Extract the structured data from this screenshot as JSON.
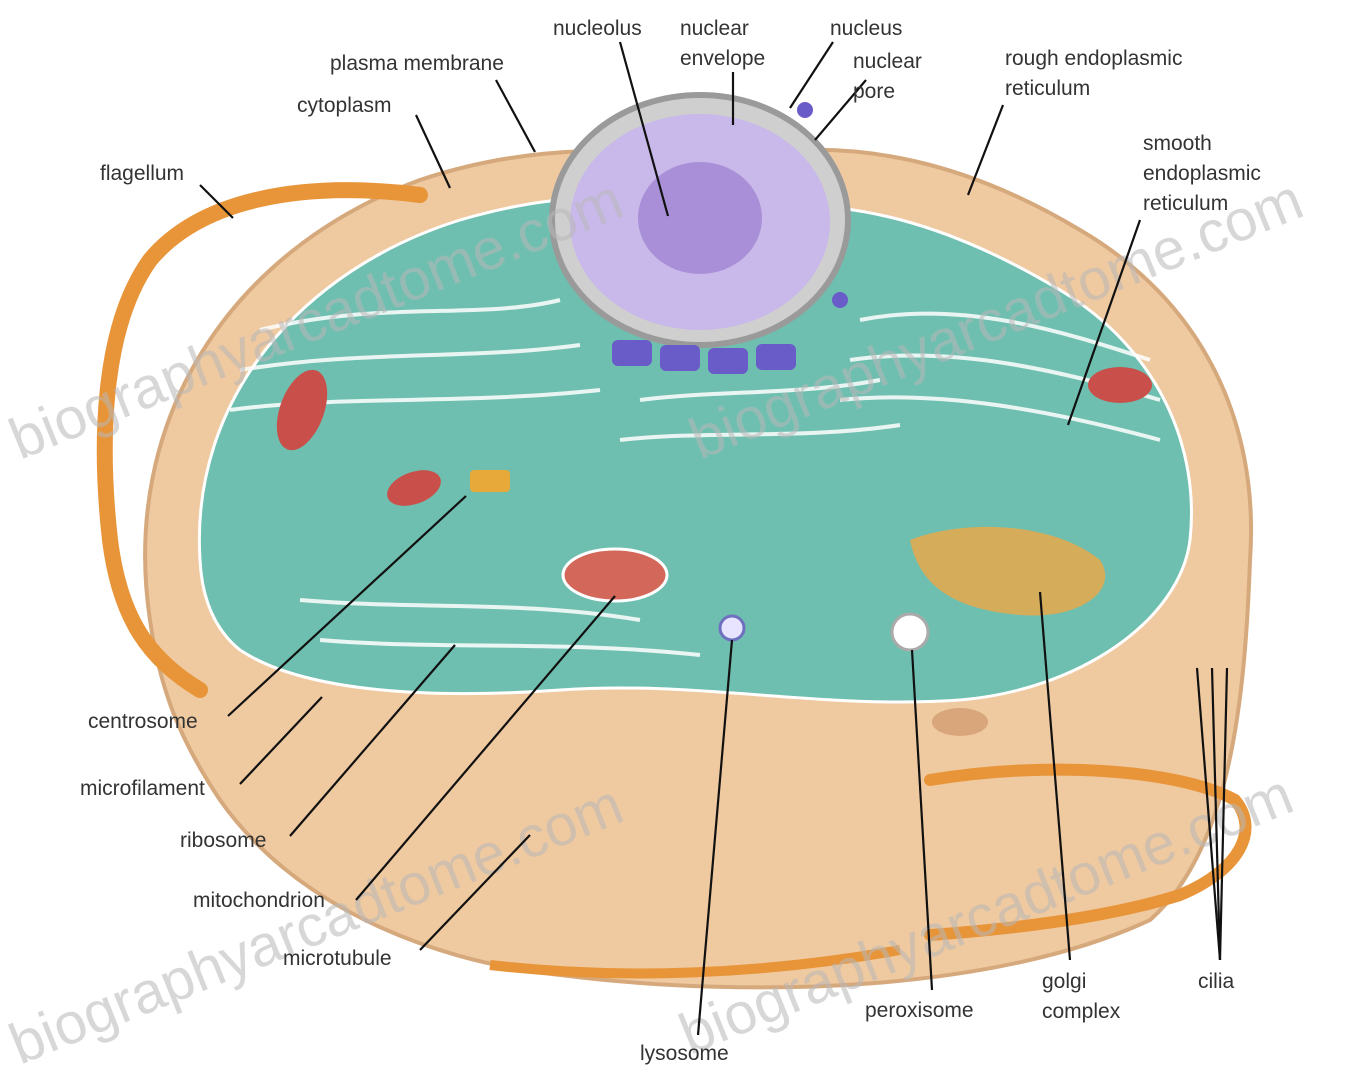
{
  "labels": {
    "nucleolus": "nucleolus",
    "nuclear_envelope_1": "nuclear",
    "nuclear_envelope_2": "envelope",
    "nucleus": "nucleus",
    "nuclear_pore_1": "nuclear",
    "nuclear_pore_2": "pore",
    "plasma_membrane": "plasma membrane",
    "cytoplasm": "cytoplasm",
    "rough_er_1": "rough endoplasmic",
    "rough_er_2": "reticulum",
    "smooth_er_1": "smooth",
    "smooth_er_2": "endoplasmic",
    "smooth_er_3": "reticulum",
    "flagellum": "flagellum",
    "centrosome": "centrosome",
    "microfilament": "microfilament",
    "ribosome": "ribosome",
    "mitochondrion": "mitochondrion",
    "microtubule": "microtubule",
    "lysosome": "lysosome",
    "peroxisome": "peroxisome",
    "golgi_1": "golgi",
    "golgi_2": "complex",
    "cilia": "cilia"
  },
  "watermark": "biographyarcadtome.com",
  "colors": {
    "cytoplasm_teal": "#6fbfb0",
    "cell_tan": "#efc9a0",
    "flagellum_orange": "#e8953a",
    "nucleus_purple": "#b9a6e0",
    "mitochondrion_red": "#c9504a"
  }
}
